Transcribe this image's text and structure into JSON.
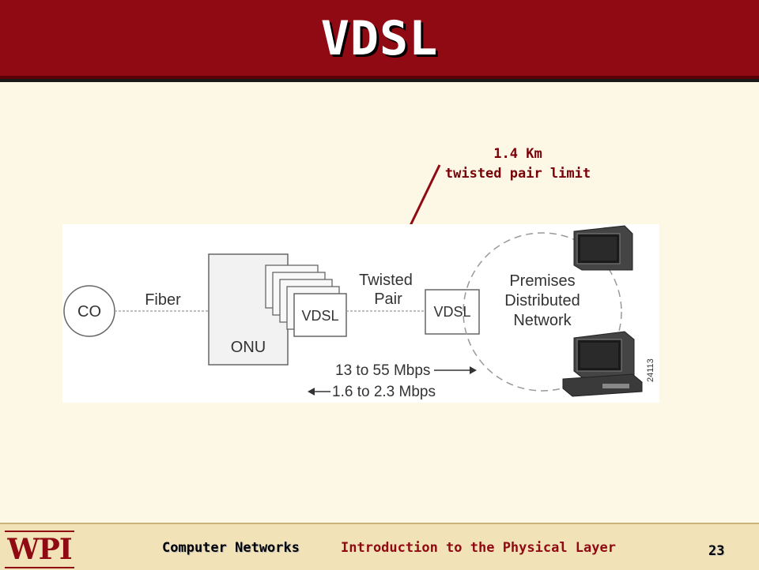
{
  "slide": {
    "title": "VDSL",
    "annotation_line1": "1.4 Km",
    "annotation_line2": "twisted pair limit"
  },
  "diagram": {
    "co_label": "CO",
    "fiber_label": "Fiber",
    "onu_label": "ONU",
    "vdsl_card_label": "VDSL",
    "twisted_pair_line1": "Twisted",
    "twisted_pair_line2": "Pair",
    "vdsl_modem_label": "VDSL",
    "premises_line1": "Premises",
    "premises_line2": "Distributed",
    "premises_line3": "Network",
    "downstream_label": "13 to 55 Mbps",
    "upstream_label": "1.6 to 2.3 Mbps",
    "figure_id": "24113"
  },
  "footer": {
    "logo": "WPI",
    "course": "Computer Networks",
    "topic": "Introduction to the Physical Layer",
    "page": "23"
  },
  "colors": {
    "title_bar": "#8f0a12",
    "background": "#fdf7e6",
    "accent_text": "#7a0008"
  }
}
